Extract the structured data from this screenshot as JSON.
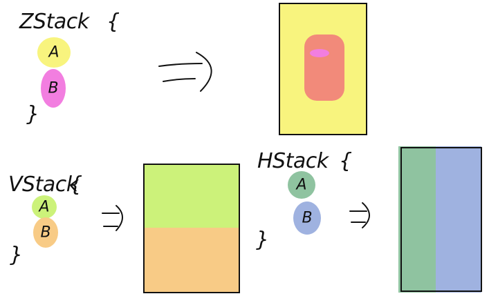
{
  "zstack": {
    "keyword": "ZStack",
    "open": "{",
    "close": "}",
    "a": "A",
    "b": "B"
  },
  "vstack": {
    "keyword": "VStack",
    "open": "{",
    "close": "}",
    "a": "A",
    "b": "B"
  },
  "hstack": {
    "keyword": "HStack",
    "open": "{",
    "close": "}",
    "a": "A",
    "b": "B"
  },
  "colors": {
    "yellow": "#f8f47e",
    "salmon": "#f28a7a",
    "pink": "#f27ee0",
    "lime": "#ccf27a",
    "orange": "#f8cb86",
    "green": "#8fc3a0",
    "blue": "#9fb2e0"
  }
}
